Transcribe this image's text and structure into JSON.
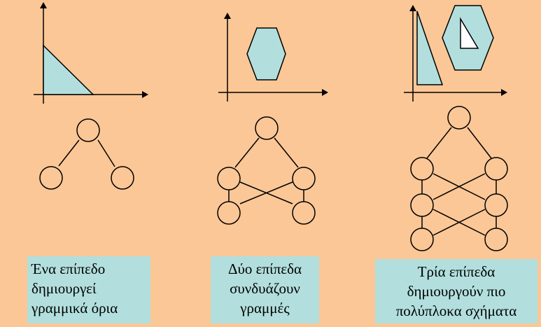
{
  "colors": {
    "background": "#FBC796",
    "fill": "#B2DFDD",
    "stroke": "#000000",
    "inner_triangle": "#FFFFFF"
  },
  "panels": [
    {
      "caption_lines": [
        "Ένα επίπεδο",
        "δημιουργεί",
        "γραμμικά όρια"
      ],
      "shapes": [
        "triangle"
      ],
      "network_layers": 1
    },
    {
      "caption_lines": [
        "Δύο επίπεδα",
        "συνδυάζουν",
        "γραμμές"
      ],
      "shapes": [
        "hexagon"
      ],
      "network_layers": 2
    },
    {
      "caption_lines": [
        "Τρία επίπεδα",
        "δημιουργούν πιο",
        "πολύπλοκα σχήματα"
      ],
      "shapes": [
        "tall-triangle",
        "hexagon-with-triangular-hole"
      ],
      "network_layers": 3
    }
  ]
}
